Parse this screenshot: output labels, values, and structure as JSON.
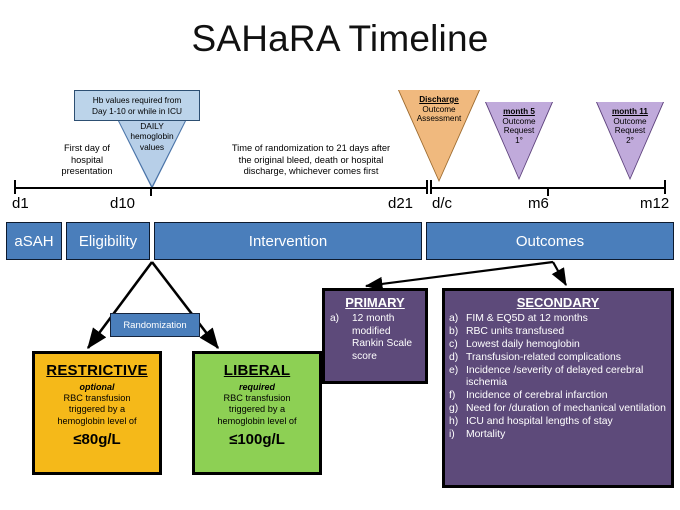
{
  "title": "SAHaRA Timeline",
  "timeline": {
    "annotations": {
      "first_day": "First day of\nhospital\npresentation",
      "randomization_window": "Time of randomization to 21 days after\nthe original bleed, death or hospital\ndischarge, whichever comes first"
    },
    "axis_labels": [
      "d1",
      "d10",
      "d21",
      "d/c",
      "m6",
      "m12"
    ],
    "markers": [
      {
        "name": "hb-values-box",
        "text": "Hb values required from\nDay 1-10 or while in ICU",
        "color": "#bcd4ea"
      },
      {
        "name": "daily-hemoglobin-triangle",
        "title": "",
        "lines": [
          "DAILY",
          "hemoglobin",
          "values"
        ],
        "color": "#b7cfe8"
      },
      {
        "name": "discharge-triangle",
        "title": "Discharge",
        "lines": [
          "Outcome",
          "Assessment"
        ],
        "color": "#f0b97e"
      },
      {
        "name": "month5-triangle",
        "title": "month 5",
        "lines": [
          "Outcome",
          "Request",
          "1°"
        ],
        "color": "#c0aadb"
      },
      {
        "name": "month11-triangle",
        "title": "month 11",
        "lines": [
          "Outcome",
          "Request",
          "2°"
        ],
        "color": "#c0aadb"
      }
    ]
  },
  "phases": {
    "color": "#4a7ebb",
    "bars": [
      "aSAH",
      "Eligibility",
      "Intervention",
      "Outcomes"
    ]
  },
  "randomization": {
    "label": "Randomization",
    "color": "#4a7ebb"
  },
  "arms": [
    {
      "name": "restrictive",
      "title": "RESTRICTIVE",
      "subtitle": "optional",
      "body": "RBC transfusion\ntriggered by a\nhemoglobin level of",
      "threshold": "≤80g/L",
      "color": "#f5b919"
    },
    {
      "name": "liberal",
      "title": "LIBERAL",
      "subtitle": "required",
      "body": "RBC transfusion\ntriggered by a\nhemoglobin level of",
      "threshold": "≤100g/L",
      "color": "#8dd054"
    }
  ],
  "outcomes": {
    "color": "#5d4a7a",
    "primary": {
      "title": "PRIMARY",
      "items": [
        {
          "marker": "a)",
          "text": "12 month modified Rankin Scale score"
        }
      ]
    },
    "secondary": {
      "title": "SECONDARY",
      "items": [
        {
          "marker": "a)",
          "text": "FIM & EQ5D at 12 months"
        },
        {
          "marker": "b)",
          "text": "RBC units transfused"
        },
        {
          "marker": "c)",
          "text": "Lowest daily hemoglobin"
        },
        {
          "marker": "d)",
          "text": "Transfusion-related complications"
        },
        {
          "marker": "e)",
          "text": "Incidence /severity of delayed cerebral ischemia"
        },
        {
          "marker": "f)",
          "text": "Incidence of cerebral infarction"
        },
        {
          "marker": "g)",
          "text": "Need for /duration of mechanical ventilation"
        },
        {
          "marker": "h)",
          "text": "ICU and hospital lengths of stay"
        },
        {
          "marker": "i)",
          "text": "Mortality"
        }
      ]
    }
  }
}
